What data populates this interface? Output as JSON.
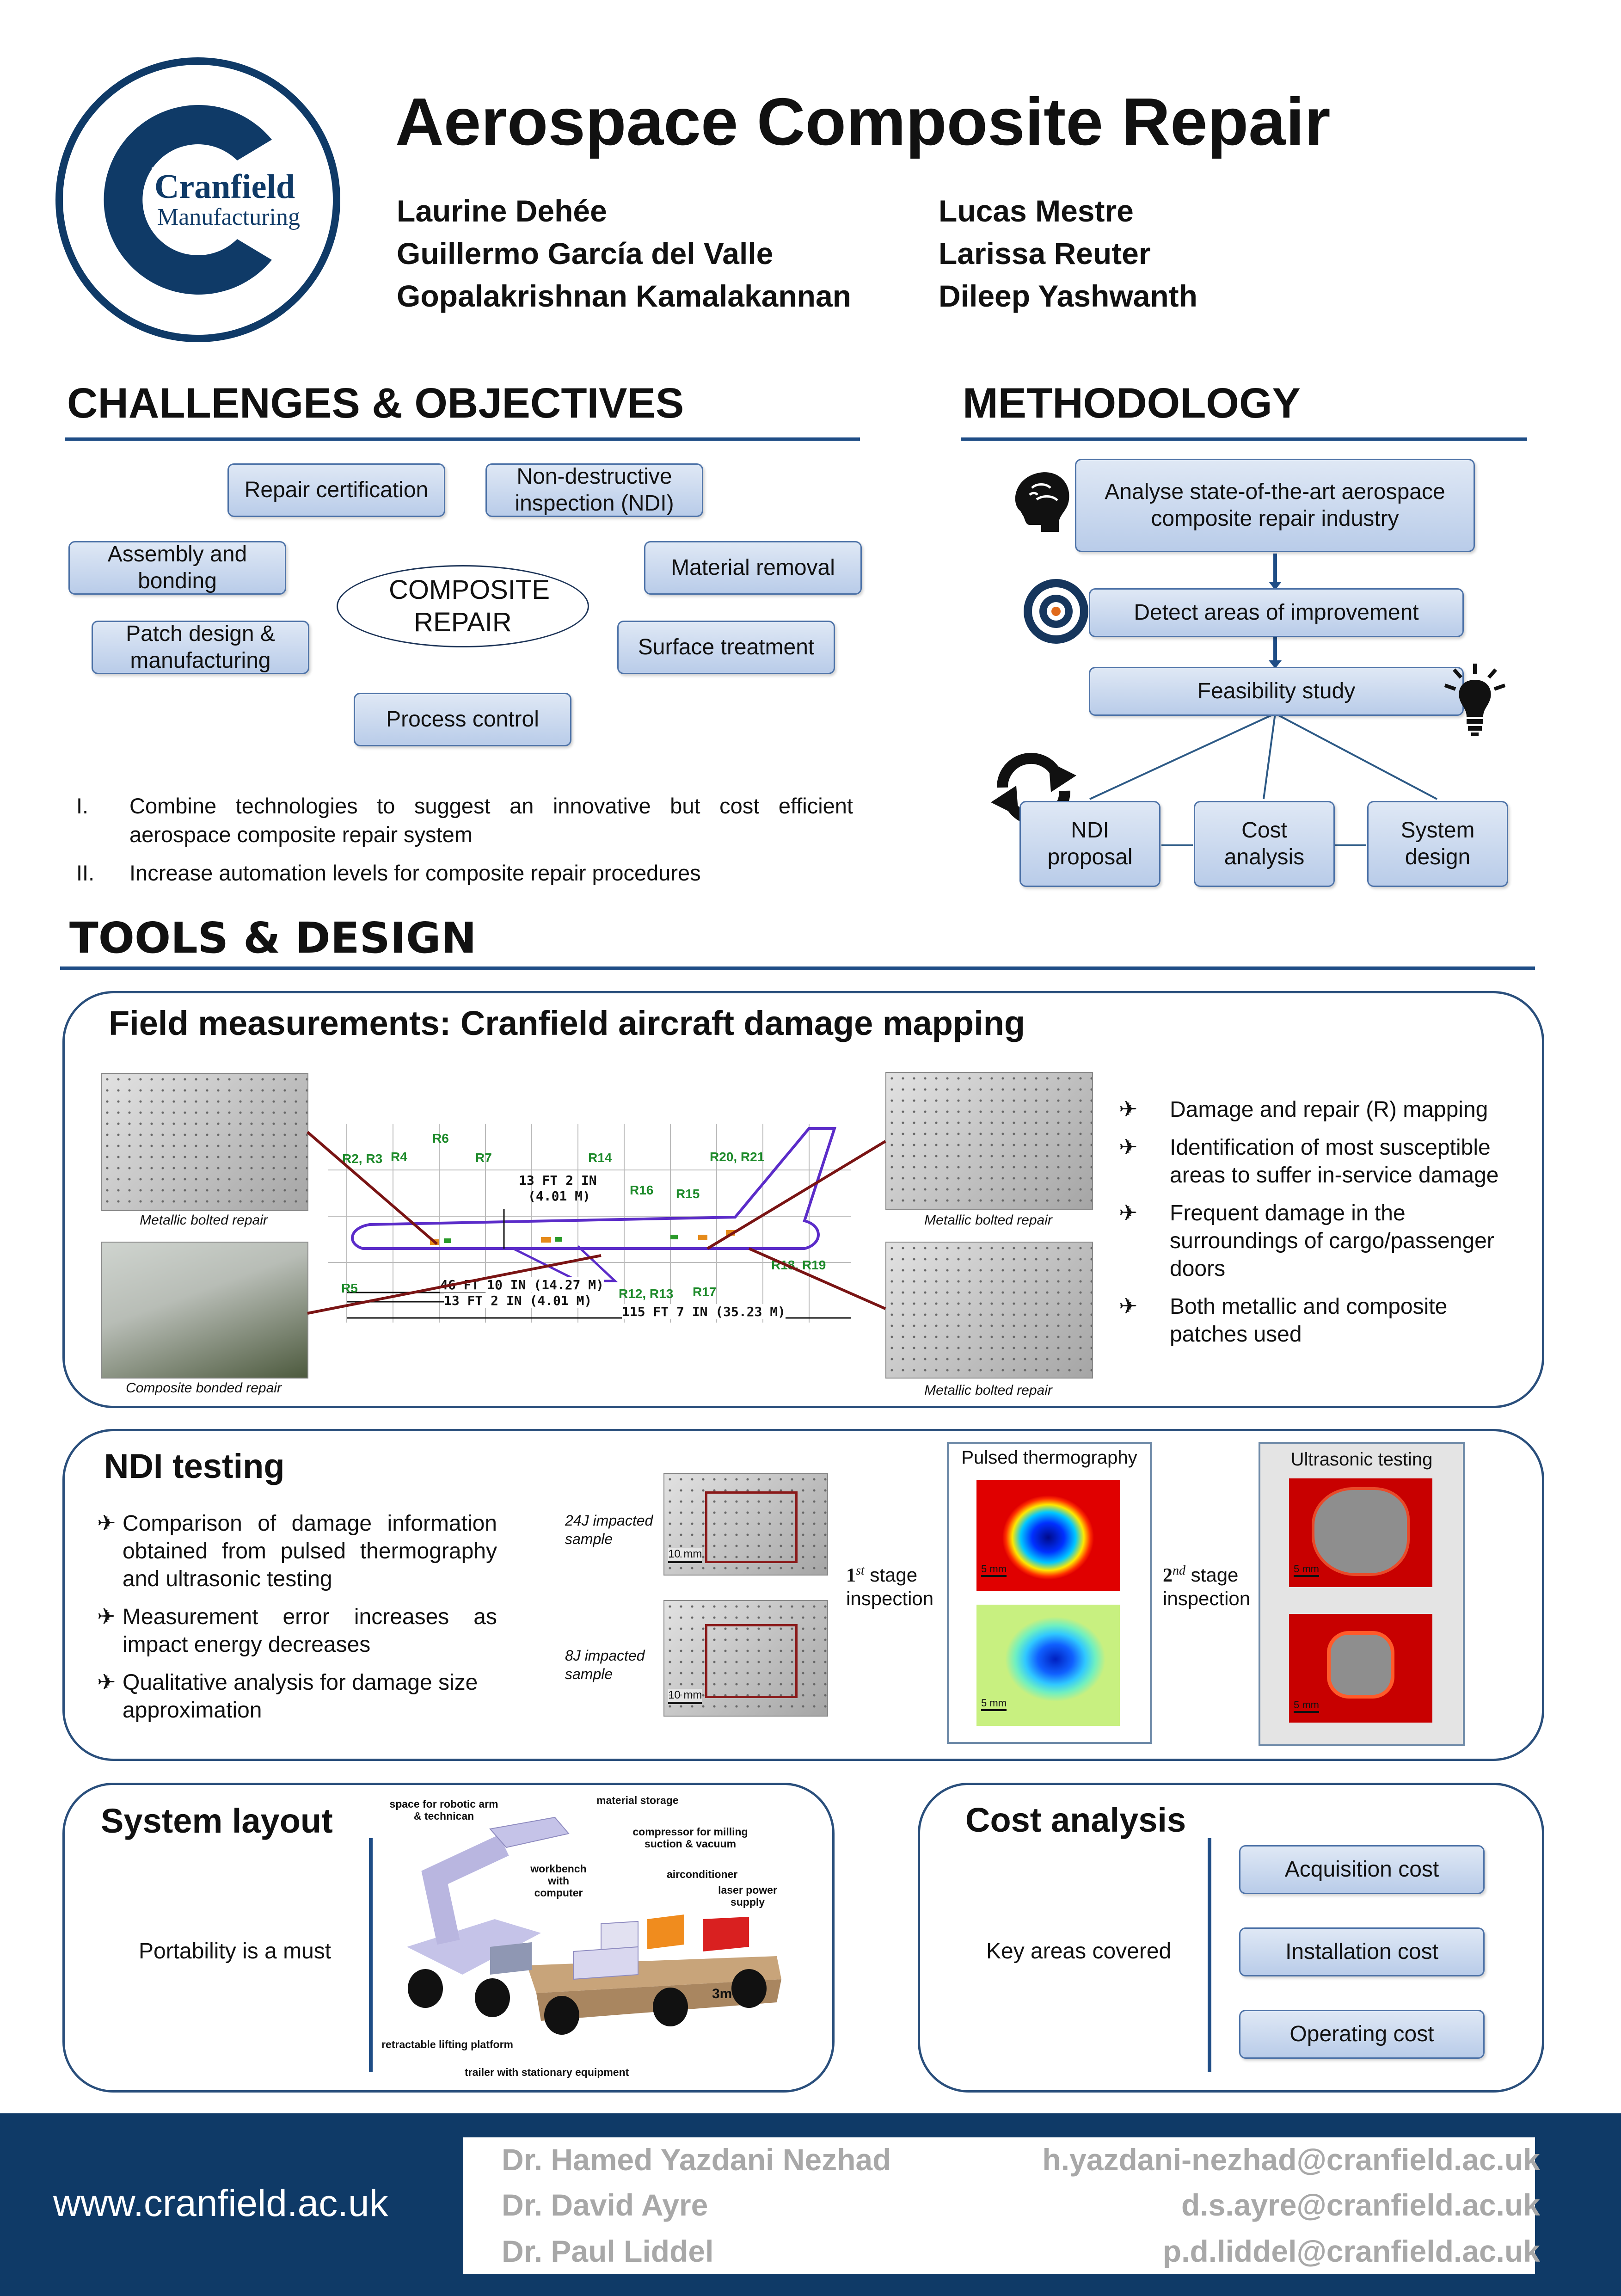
{
  "header": {
    "logo_name": "Cranfield",
    "logo_sub": "Manufacturing",
    "title": "Aerospace Composite Repair",
    "authors_left": [
      "Laurine Dehée",
      "Guillermo García del Valle",
      "Gopalakrishnan Kamalakannan"
    ],
    "authors_right": [
      "Lucas Mestre",
      "Larissa Reuter",
      "Dileep Yashwanth"
    ]
  },
  "challenges": {
    "heading": "CHALLENGES & OBJECTIVES",
    "center": "COMPOSITE REPAIR",
    "boxes": [
      "Repair certification",
      "Non-destructive inspection (NDI)",
      "Assembly and bonding",
      "Material removal",
      "Patch design & manufacturing",
      "Surface treatment",
      "Process control"
    ],
    "objectives": [
      {
        "num": "I.",
        "text": "Combine technologies to suggest an innovative but cost efficient aerospace composite repair system"
      },
      {
        "num": "II.",
        "text": "Increase automation levels for composite repair procedures"
      }
    ]
  },
  "methodology": {
    "heading": "METHODOLOGY",
    "steps": [
      "Analyse state-of-the-art aerospace composite repair industry",
      "Detect areas of improvement",
      "Feasibility study"
    ],
    "outcomes": [
      "NDI proposal",
      "Cost analysis",
      "System design"
    ]
  },
  "tools": {
    "heading": "TOOLS & DESIGN",
    "field": {
      "title": "Field measurements: Cranfield aircraft damage mapping",
      "captions": [
        "Metallic bolted repair",
        "Composite bonded repair",
        "Metallic bolted repair",
        "Metallic bolted repair"
      ],
      "plane_labels": [
        "R2, R3",
        "R4",
        "R6",
        "R7",
        "R14",
        "R20, R21",
        "R16",
        "R15",
        "R5",
        "R12, R13",
        "R17",
        "R18, R19"
      ],
      "dims": [
        "13 FT 2 IN",
        "(4.01 M)",
        "46 FT 10 IN (14.27 M)",
        "13 FT 2 IN (4.01 M)",
        "115 FT 7 IN (35.23 M)"
      ],
      "bullets": [
        "Damage and repair (R) mapping",
        "Identification of most susceptible areas to suffer in-service damage",
        "Frequent damage in the surroundings of cargo/passenger doors",
        "Both metallic and composite patches used"
      ]
    },
    "ndi": {
      "title": "NDI testing",
      "bullets": [
        "Comparison of damage information obtained from pulsed thermography and ultrasonic testing",
        "Measurement error increases as impact energy decreases",
        "Qualitative analysis for damage size approximation"
      ],
      "samples": [
        "24J impacted sample",
        "8J impacted sample"
      ],
      "scale": "10 mm",
      "scale_small": "5 mm",
      "stage1_num": "1",
      "stage1_sup": "st",
      "stage1_text": "stage",
      "stage1_text2": "inspection",
      "stage2_num": "2",
      "stage2_sup": "nd",
      "stage2_text": "stage",
      "stage2_text2": "inspection",
      "thermo_title": "Pulsed thermography",
      "ultra_title": "Ultrasonic testing"
    },
    "system": {
      "title": "System layout",
      "note": "Portability is a must",
      "labels": [
        "space for robotic arm & technican",
        "material storage",
        "compressor for milling suction & vacuum",
        "workbench with computer",
        "airconditioner",
        "laser power supply",
        "retractable lifting platform",
        "trailer with stationary equipment",
        "3m"
      ]
    },
    "cost": {
      "title": "Cost analysis",
      "note": "Key areas covered",
      "items": [
        "Acquisition cost",
        "Installation cost",
        "Operating cost"
      ]
    }
  },
  "footer": {
    "url": "www.cranfield.ac.uk",
    "contacts": [
      {
        "name": "Dr. Hamed Yazdani Nezhad",
        "email": "h.yazdani-nezhad@cranfield.ac.uk"
      },
      {
        "name": "Dr. David Ayre",
        "email": "d.s.ayre@cranfield.ac.uk"
      },
      {
        "name": "Dr. Paul Liddel",
        "email": "p.d.liddel@cranfield.ac.uk"
      }
    ]
  }
}
